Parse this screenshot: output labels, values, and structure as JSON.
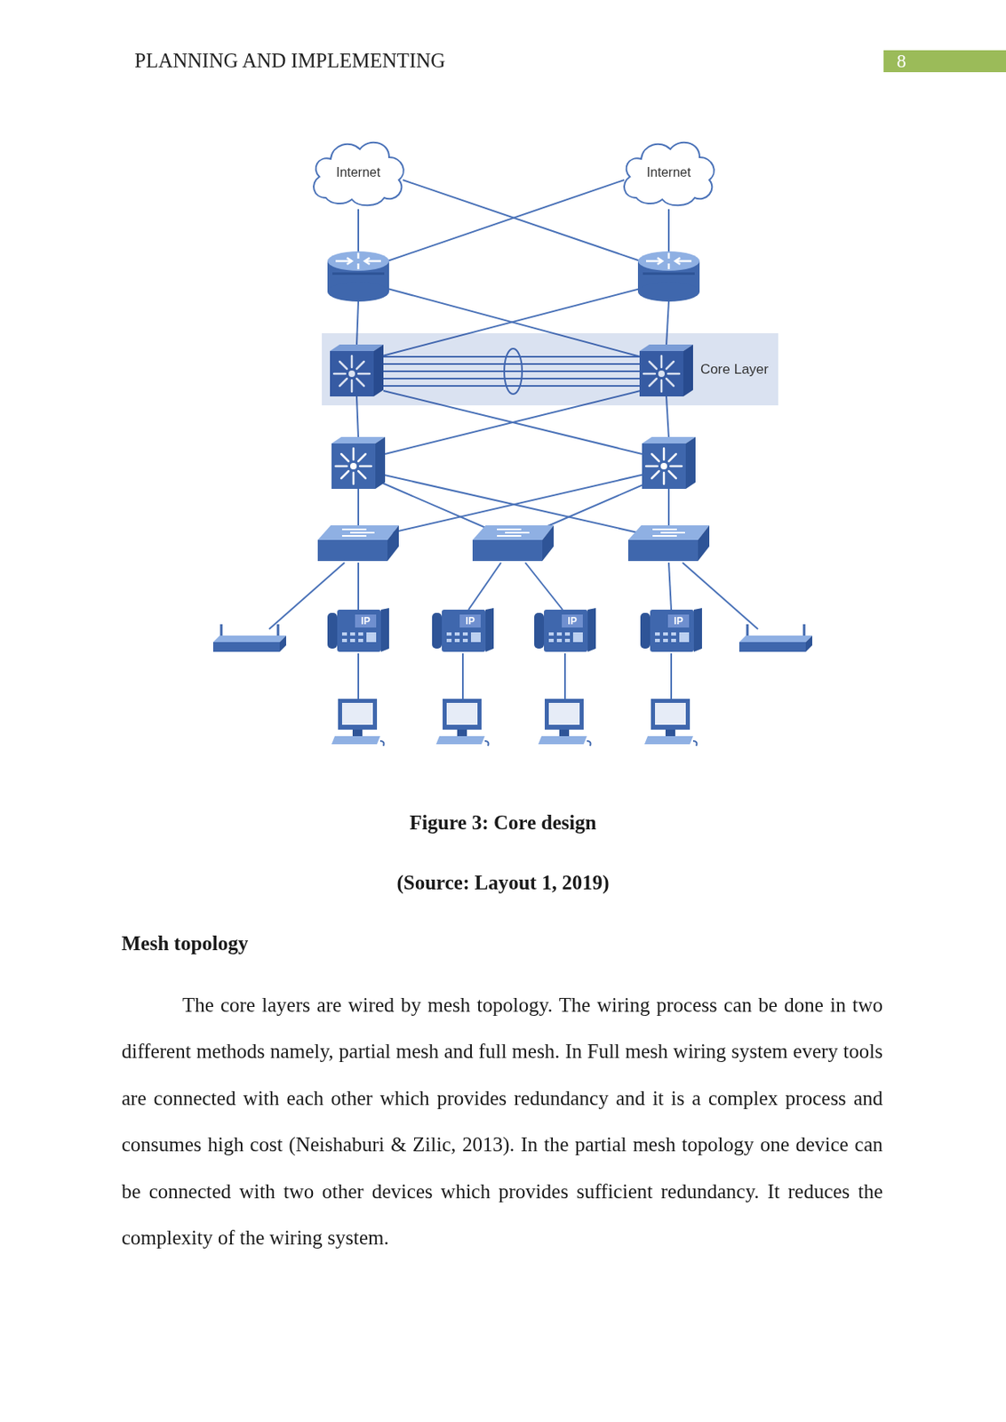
{
  "diagram": {
    "caption": "Figure 3: Core design",
    "nodes": [
      {
        "text": [
          "Internet"
        ]
      },
      {
        "text": [
          "Internet"
        ]
      },
      {
        "text": [
          "Core Layer"
        ]
      }
    ],
    "labels": [
      "PLANNING AND IMPLEMENTING",
      "8",
      "IP",
      "IP",
      "IP",
      "IP",
      "(Source: Layout 1, 2019)",
      "Mesh topology",
      "The core layers are wired by mesh topology. The wiring process can be done in two different methods namely, partial mesh and full mesh. In Full mesh wiring system every tools are connected with each other which provides redundancy and it is a complex process and consumes high cost (Neishaburi & Zilic, 2013). In the partial mesh topology one device can be connected with two other devices which provides sufficient redundancy. It reduces the complexity of the wiring system."
    ]
  }
}
